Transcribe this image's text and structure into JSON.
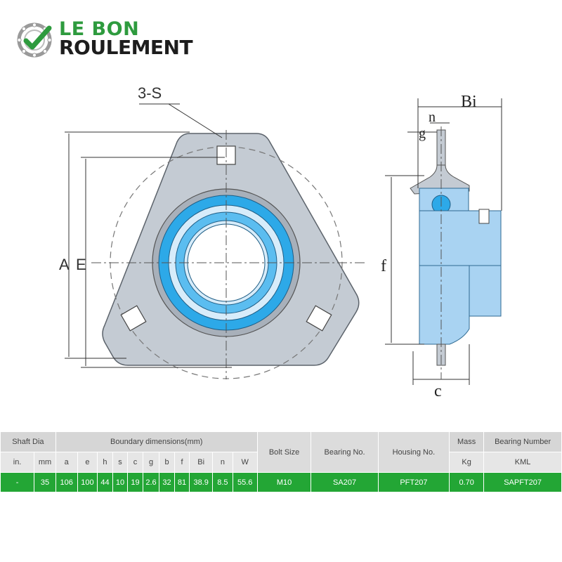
{
  "brand": {
    "line1": "LE BON",
    "line2": "ROULEMENT",
    "colors": {
      "green": "#2e9b3e",
      "dark": "#1d1d1d"
    }
  },
  "diagram": {
    "labels": {
      "holes": "3-S",
      "a": "A",
      "e": "E",
      "bi": "Bi",
      "n": "n",
      "g": "g",
      "f": "f",
      "c": "c"
    },
    "colors": {
      "housing": "#c4cbd3",
      "ring": "#2da9e8",
      "ring_light": "#d7ecfa",
      "insert": "#a9d3f2"
    }
  },
  "table": {
    "header1": {
      "shaft_dia": "Shaft Dia",
      "boundary": "Boundary dimensions(mm)",
      "bolt_size": "Bolt Size",
      "bearing_no": "Bearing No.",
      "housing_no": "Housing No.",
      "mass": "Mass",
      "bearing_number": "Bearing Number"
    },
    "header2": [
      "in.",
      "mm",
      "a",
      "e",
      "h",
      "s",
      "c",
      "g",
      "b",
      "f",
      "Bi",
      "n",
      "W",
      "Kg",
      "KML"
    ],
    "row": [
      "-",
      "35",
      "106",
      "100",
      "44",
      "10",
      "19",
      "2.6",
      "32",
      "81",
      "38.9",
      "8.5",
      "55.6",
      "M10",
      "SA207",
      "PFT207",
      "0.70",
      "SAPFT207"
    ],
    "colors": {
      "header1_bg": "#d6d6d6",
      "header2_bg": "#e6e6e6",
      "row_bg": "#23a635"
    }
  }
}
